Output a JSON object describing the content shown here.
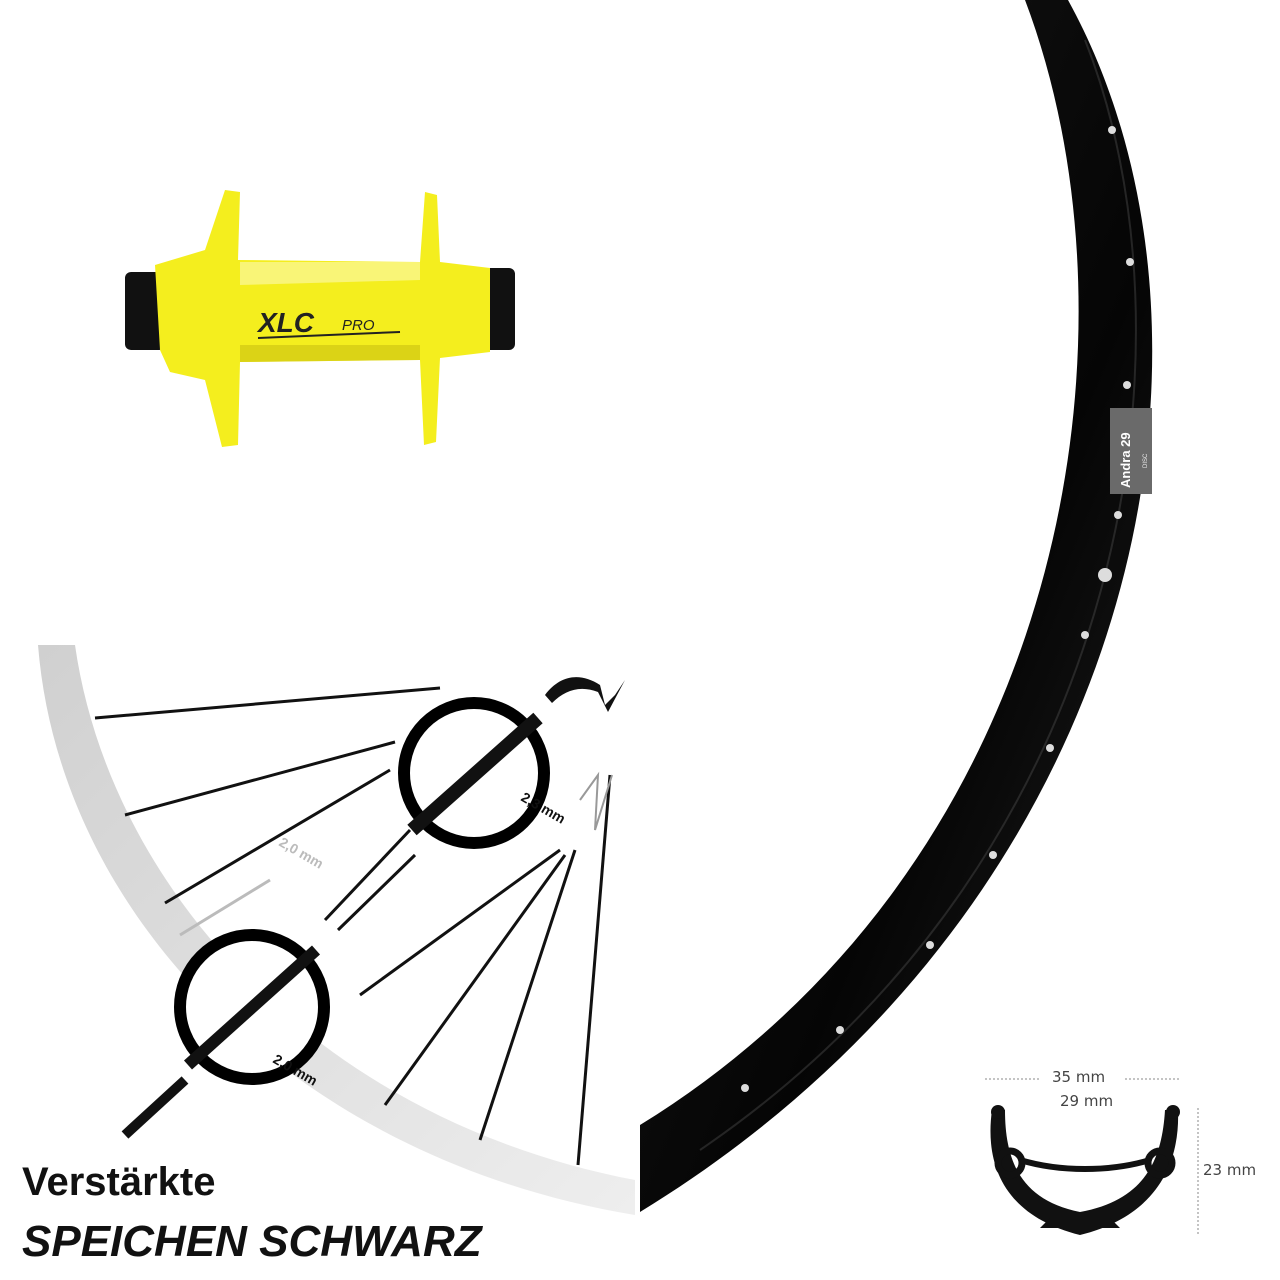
{
  "hub": {
    "brand": "XLC",
    "model": "PRO",
    "color": "#f4ee1e"
  },
  "rim": {
    "label_name": "Andra 29",
    "label_sub": "DISC",
    "color": "#111111"
  },
  "spokes": {
    "thickness_outer": "2,0 mm",
    "thickness_head": "2,3 mm",
    "thickness_lower": "2,0 mm"
  },
  "profile": {
    "outer_width": "35 mm",
    "inner_width": "29 mm",
    "height": "23 mm"
  },
  "caption": {
    "line1": "Verstärkte",
    "line2": "SPEICHEN SCHWARZ"
  }
}
